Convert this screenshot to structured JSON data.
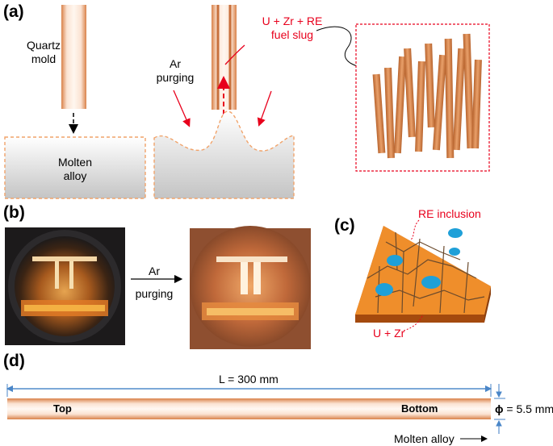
{
  "panel_a": {
    "label": "(a)",
    "quartz_mold": "Quartz\nmold",
    "molten_alloy": "Molten\nalloy",
    "ar_purging": "Ar\npurging",
    "fuel_slug": "U + Zr + RE\nfuel slug"
  },
  "panel_b": {
    "label": "(b)",
    "ar_purging": "Ar\npurging"
  },
  "panel_c": {
    "label": "(c)",
    "re_inclusion": "RE inclusion",
    "u_zr": "U + Zr"
  },
  "panel_d": {
    "label": "(d)",
    "length": "L = 300 mm",
    "top": "Top",
    "bottom": "Bottom",
    "diameter": "= 5.5 mm",
    "phi": "ϕ",
    "molten_alloy": "Molten alloy"
  },
  "colors": {
    "copper": "#d9824a",
    "copper_light": "#f7dcc7",
    "red": "#e8001c",
    "orange_tile": "#ef8e2b",
    "blue_inclusion": "#1fa0d8",
    "dim_line": "#4a86c8"
  }
}
